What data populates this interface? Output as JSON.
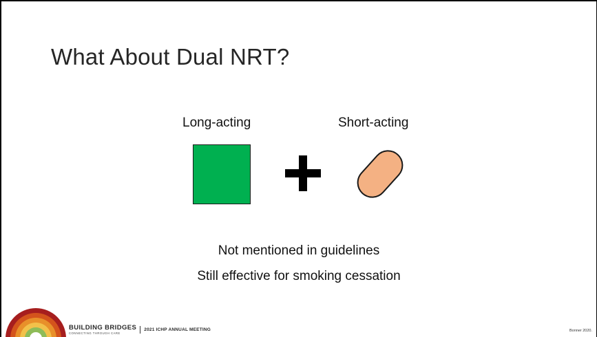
{
  "slide": {
    "title": "What About Dual NRT?",
    "long_label": "Long-acting",
    "short_label": "Short-acting",
    "line1": "Not mentioned in guidelines",
    "line2": "Still effective for smoking cessation"
  },
  "colors": {
    "patch_green": "#00b050",
    "gum_peach": "#f4b183",
    "plus_black": "#000000"
  },
  "icons": {
    "patch": "green-square-icon",
    "plus": "plus-icon",
    "gum": "gum-pill-icon",
    "logo": "rainbow-arc-logo"
  },
  "footer": {
    "brand": "BUILDING BRIDGES",
    "tagline": "CONNECTING THROUGH CARE",
    "meeting": "2021 ICHP ANNUAL MEETING",
    "citation": "Bonner 2020."
  }
}
